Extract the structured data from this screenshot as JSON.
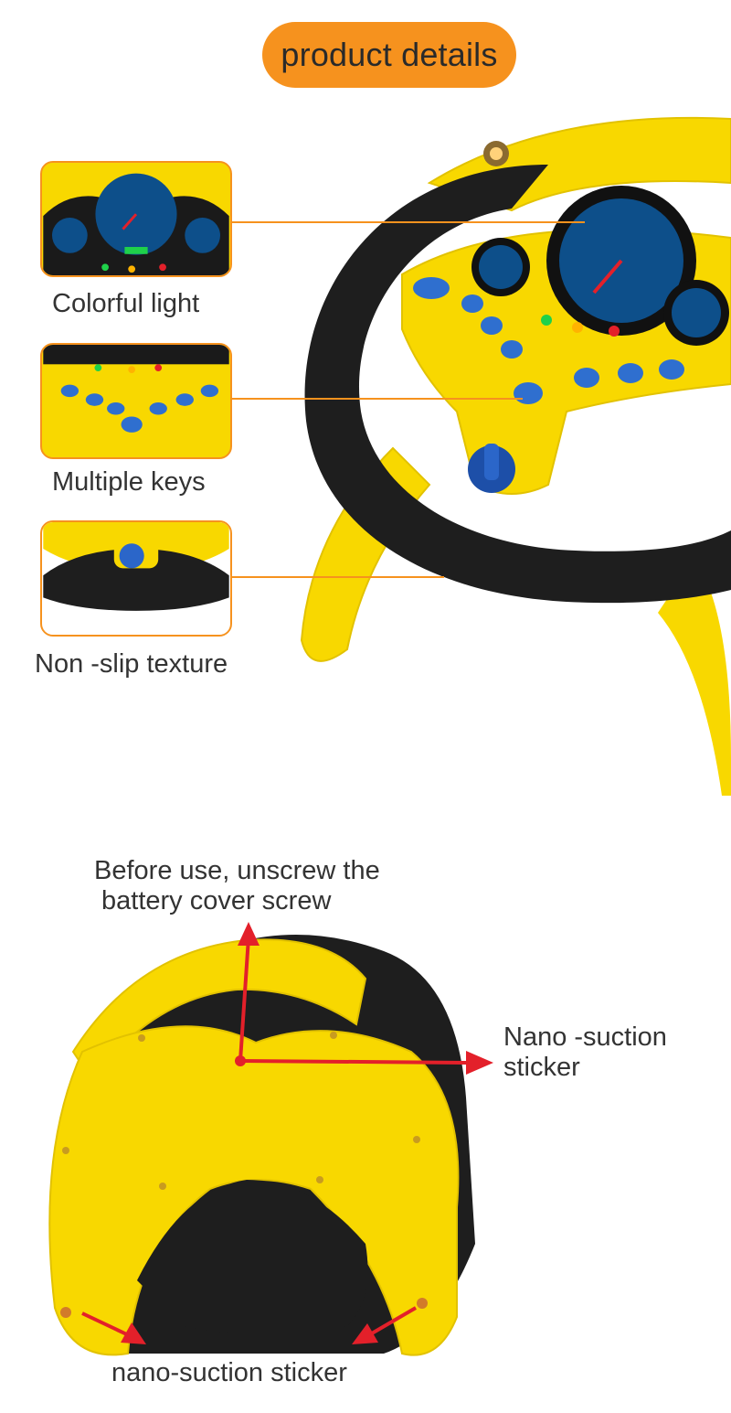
{
  "header": {
    "title": "product details"
  },
  "features": [
    {
      "label": "Colorful light",
      "icon": "speedometer-icon"
    },
    {
      "label": "Multiple keys",
      "icon": "buttons-icon"
    },
    {
      "label": "Non -slip texture",
      "icon": "wheel-grip-icon"
    }
  ],
  "back_view": {
    "battery_note_line1": "Before use, unscrew the",
    "battery_note_line2": "battery cover screw",
    "suction_label_line1": "Nano -suction",
    "suction_label_line2": "sticker",
    "bottom_label": "nano-suction sticker"
  },
  "colors": {
    "accent": "#f6921e",
    "toy_yellow": "#f8d800",
    "grip_black": "#1e1e1e",
    "arrow_red": "#e3202a",
    "dial_blue": "#0d4f8a"
  }
}
